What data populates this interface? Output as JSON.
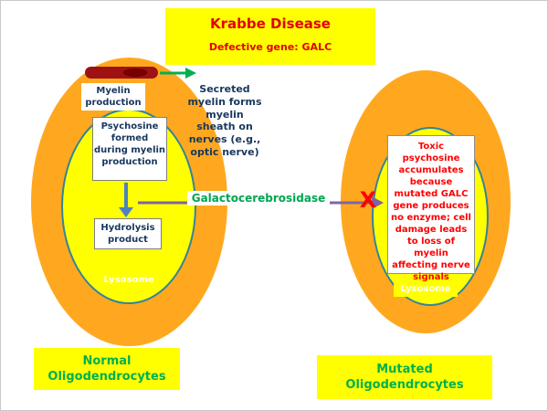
{
  "title": {
    "heading": "Krabbe Disease",
    "subheading": "Defective gene: GALC"
  },
  "left_cell": {
    "myelin_production": "Myelin production",
    "psychosine": "Psychosine formed during myelin production",
    "hydrolysis": "Hydrolysis product",
    "lysosome": "Lysosome",
    "caption": "Normal Oligodendrocytes"
  },
  "center": {
    "secreted": "Secreted myelin forms myelin sheath on nerves (e.g., optic nerve)",
    "enzyme": "Galactocerebrosidase",
    "blocked": "X"
  },
  "right_cell": {
    "toxic": "Toxic psychosine accumulates because mutated GALC gene produces no enzyme; cell damage leads to loss of myelin affecting nerve signals",
    "lysosome": "Lysosome",
    "caption": "Mutated Oligodendrocytes"
  },
  "colors": {
    "background": "#FFFFFF",
    "cell_orange": "#FFA81F",
    "lysosome_yellow": "#FFFF00",
    "lysosome_border_teal": "#31849B",
    "title_red": "#E30005",
    "toxic_red": "#FF0000",
    "dark_blue_text": "#17375E",
    "green_text": "#00B050",
    "enzyme_green": "#00A651",
    "enzyme_arrow_purple": "#8064A2",
    "secretion_arrow_green": "#00B050",
    "conversion_arrow_blue": "#4F81BD",
    "myelin_dark_red": "#A01113"
  }
}
